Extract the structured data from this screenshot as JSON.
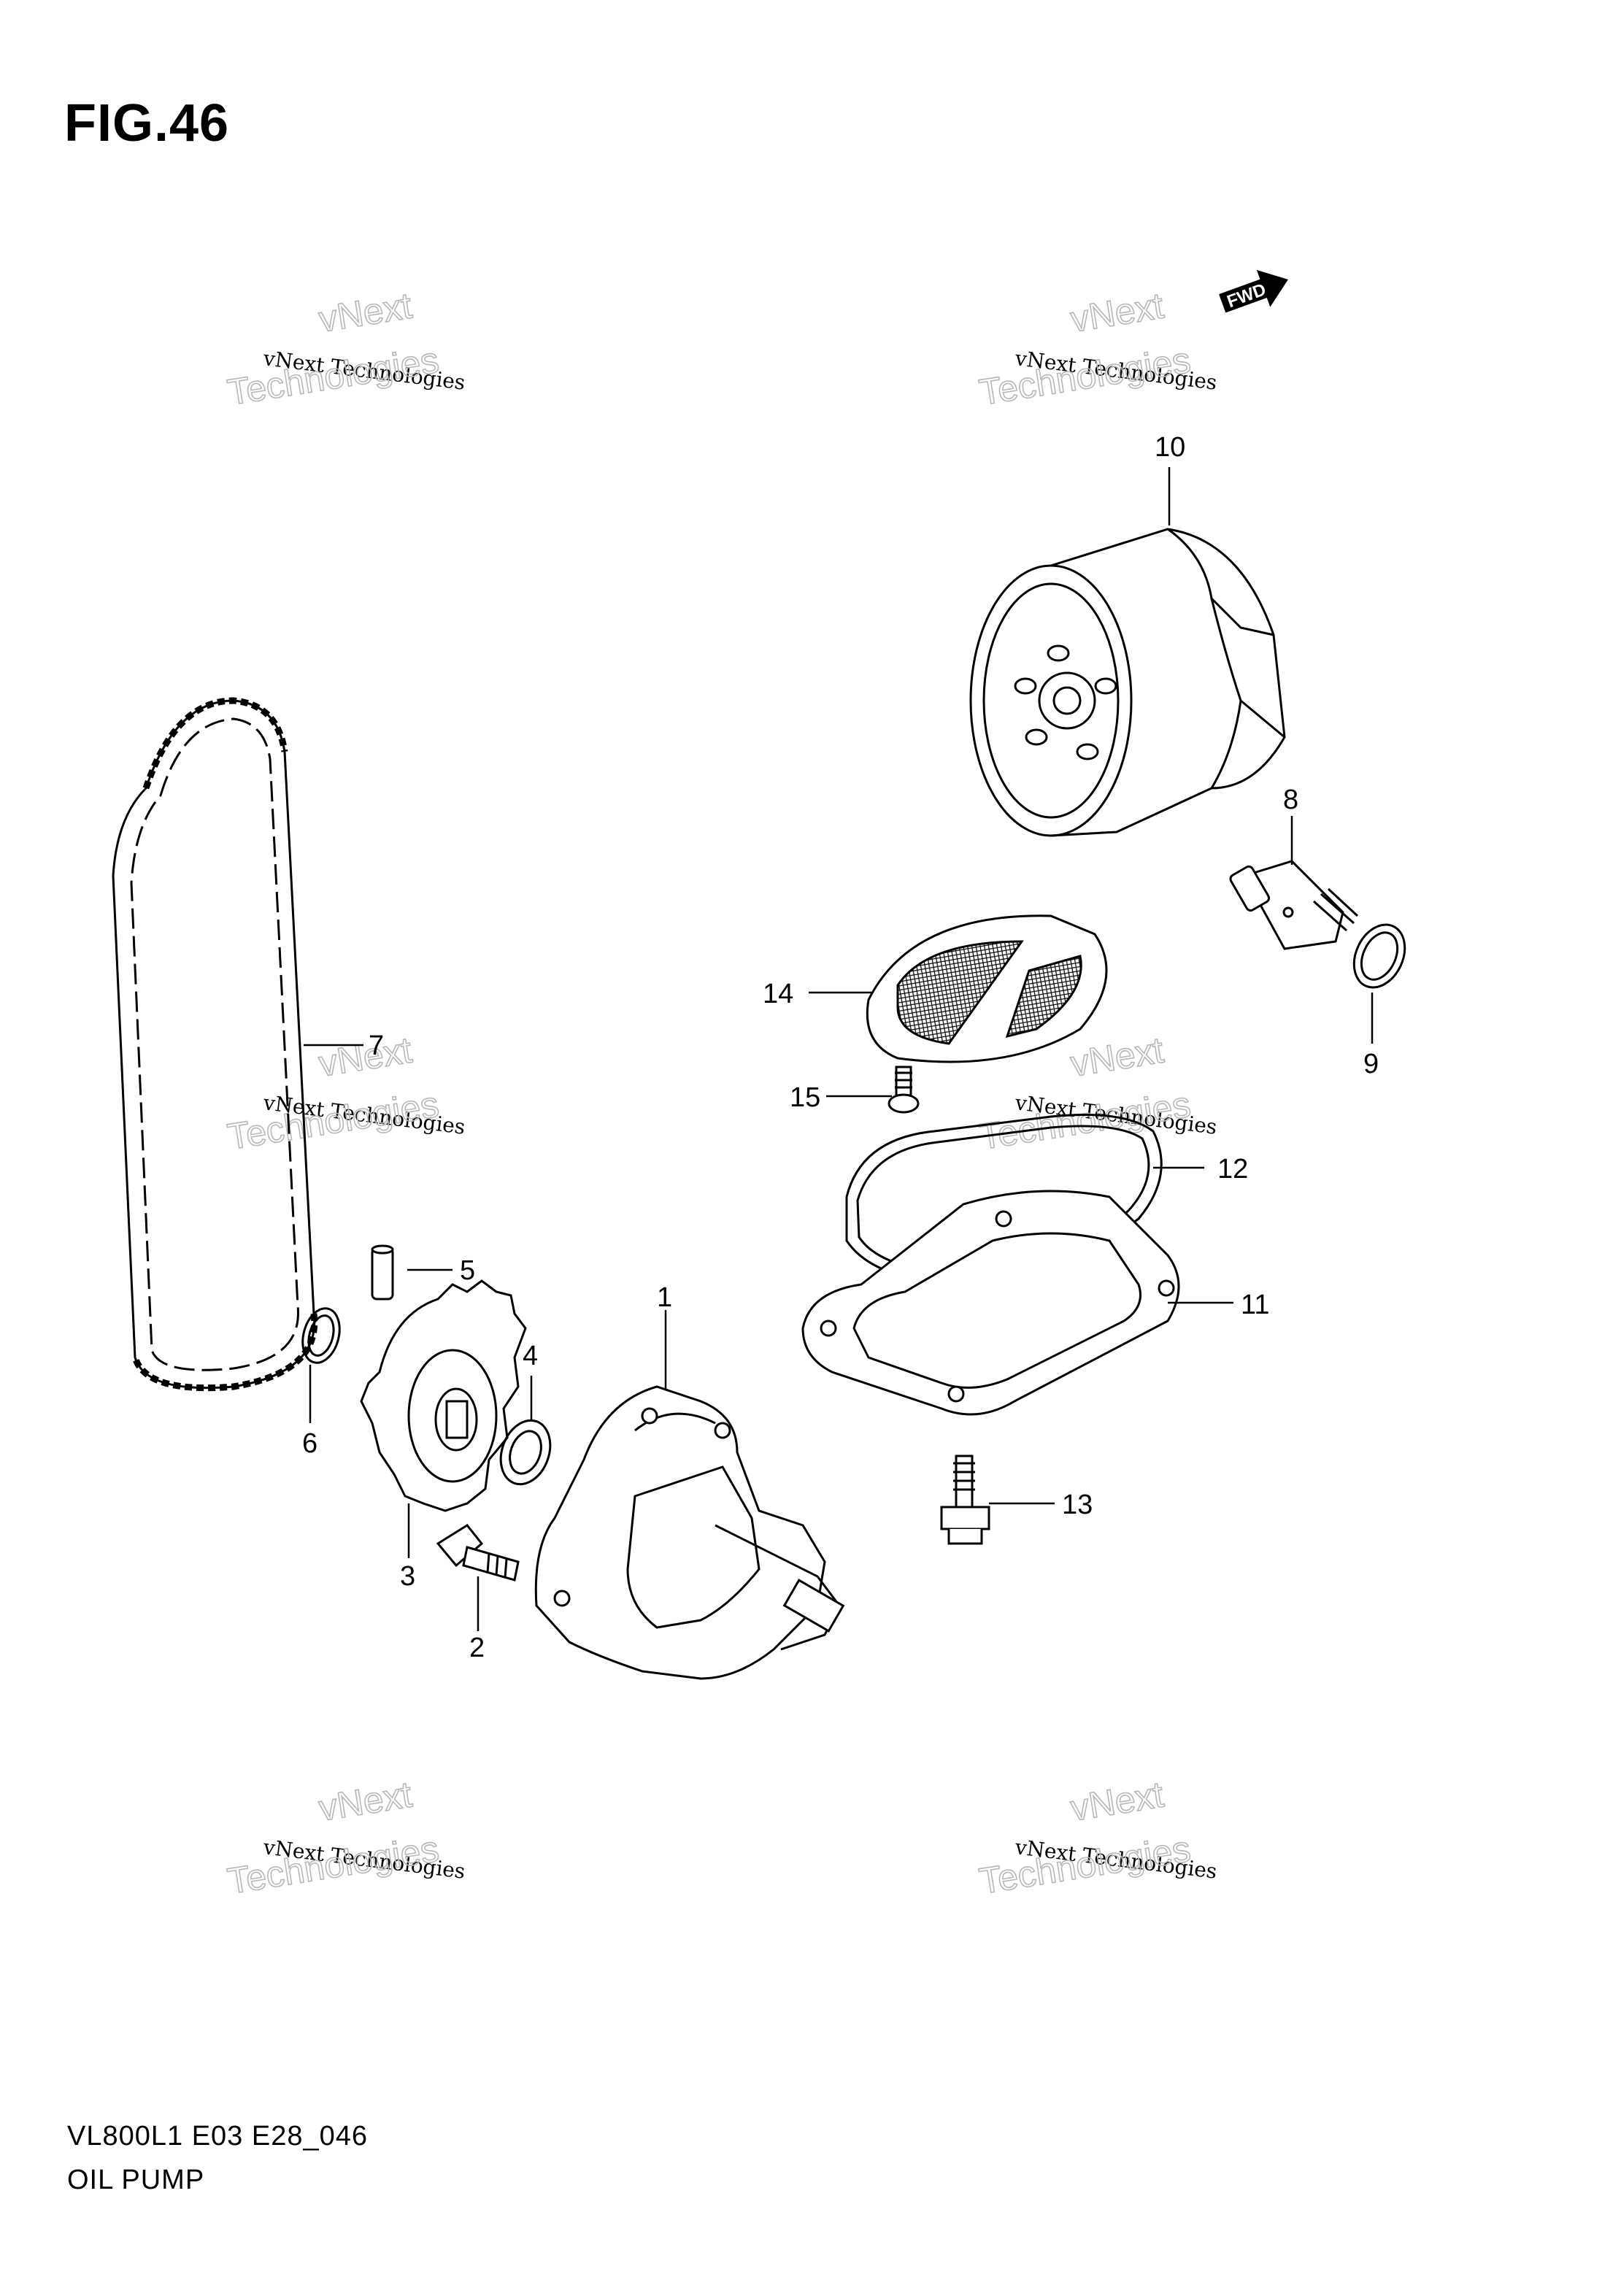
{
  "figure": {
    "title": "FIG.46",
    "model_code": "VL800L1 E03 E28_046",
    "assembly_name": "OIL PUMP"
  },
  "fwd_label": "FWD",
  "watermark": {
    "line1": "vNext",
    "line2": "vNext Technologies",
    "line3": "Technologies"
  },
  "callouts": [
    {
      "no": "1",
      "part": "oil-pump-assembly"
    },
    {
      "no": "2",
      "part": "bolt"
    },
    {
      "no": "3",
      "part": "oil-pump-drive-sprocket"
    },
    {
      "no": "4",
      "part": "washer"
    },
    {
      "no": "5",
      "part": "pin"
    },
    {
      "no": "6",
      "part": "circlip"
    },
    {
      "no": "7",
      "part": "oil-pump-drive-chain"
    },
    {
      "no": "8",
      "part": "union-bolt"
    },
    {
      "no": "9",
      "part": "o-ring"
    },
    {
      "no": "10",
      "part": "oil-filter"
    },
    {
      "no": "11",
      "part": "oil-strainer-cover"
    },
    {
      "no": "12",
      "part": "gasket"
    },
    {
      "no": "13",
      "part": "bolt"
    },
    {
      "no": "14",
      "part": "oil-strainer"
    },
    {
      "no": "15",
      "part": "screw"
    }
  ]
}
